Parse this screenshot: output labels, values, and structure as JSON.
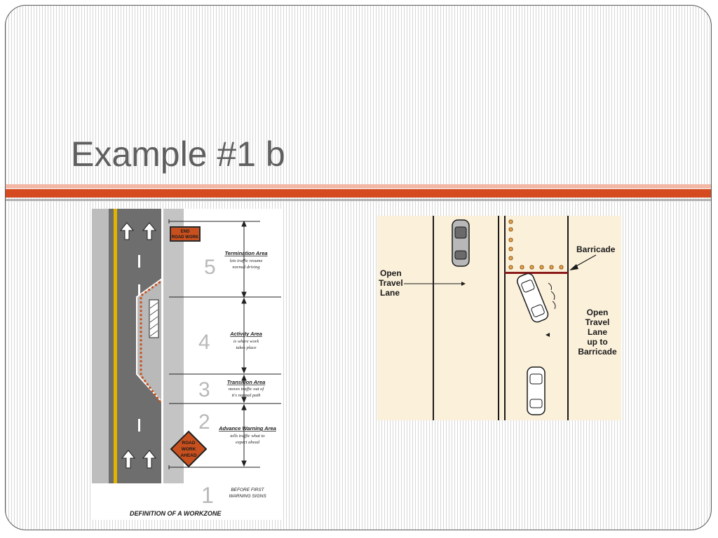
{
  "slide": {
    "title": "Example #1 b"
  },
  "colors": {
    "accent_band": "#d54a1e",
    "accent_band_light": "#f2b7a5",
    "title_text": "#5f5f5f",
    "road_asphalt": "#6e6e6e",
    "shoulder": "#bcbcbc",
    "center_line": "#e2b400",
    "cone_orange": "#c8501e",
    "lane_background": "#fbf0da",
    "barricade_red": "#8b1a1a"
  },
  "workzone": {
    "caption": "DEFINITION OF A WORKZONE",
    "end_sign": {
      "line1": "END",
      "line2": "ROAD WORK"
    },
    "warning_sign": {
      "line1": "ROAD",
      "line2": "WORK",
      "line3": "AHEAD"
    },
    "zones": [
      {
        "number": "5",
        "title": "Termination Area",
        "desc1": "lets traffic resume",
        "desc2": "normal driving",
        "desc3": ""
      },
      {
        "number": "4",
        "title": "Activity Area",
        "desc1": "is where work",
        "desc2": "takes place",
        "desc3": ""
      },
      {
        "number": "3",
        "title": "Transition Area",
        "desc1": "moves traffic out of",
        "desc2": "it's normal path",
        "desc3": ""
      },
      {
        "number": "2",
        "title": "Advance Warning Area",
        "desc1": "tells traffic what to",
        "desc2": "expect ahead",
        "desc3": ""
      },
      {
        "number": "1",
        "title": "",
        "desc1": "BEFORE FIRST",
        "desc2": "WARNING SIGNS",
        "desc3": ""
      }
    ]
  },
  "lane_diagram": {
    "open_lane_left": {
      "line1": "Open",
      "line2": "Travel",
      "line3": "Lane"
    },
    "barricade_label": "Barricade",
    "open_lane_right": {
      "line1": "Open",
      "line2": "Travel",
      "line3": "Lane",
      "line4": "up to",
      "line5": "Barricade"
    }
  }
}
